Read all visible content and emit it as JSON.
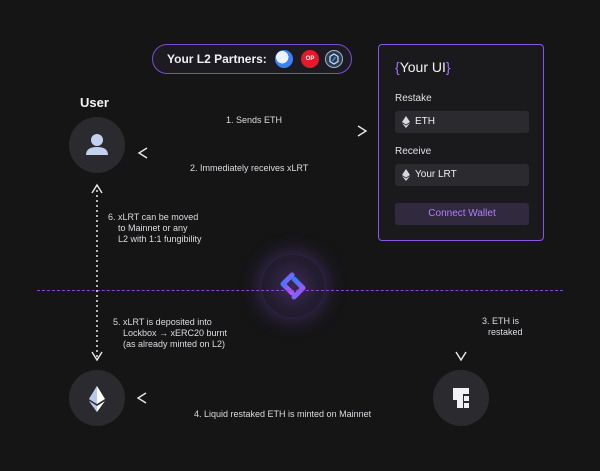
{
  "partners": {
    "label": "Your L2 Partners:",
    "logos": [
      "blue-ring-logo",
      "op-logo",
      "arbitrum-logo"
    ],
    "op_text": "OP"
  },
  "ui_card": {
    "title_open": "{",
    "title": "Your UI",
    "title_close": "}",
    "restake_label": "Restake",
    "restake_value": "ETH",
    "receive_label": "Receive",
    "receive_value": "Your LRT",
    "connect_button": "Connect Wallet"
  },
  "user": {
    "label": "User"
  },
  "steps": {
    "s1": "1. Sends ETH",
    "s2": "2. Immediately receives xLRT",
    "s3_line1": "3. ETH is",
    "s3_line2": "restaked",
    "s4": "4. Liquid restaked ETH is minted on Mainnet",
    "s5_line1": "5. xLRT is deposited into",
    "s5_line2": "Lockbox → xERC20 burnt",
    "s5_line3": "(as already minted on L2)",
    "s6_line1": "6. xLRT can be moved",
    "s6_line2": "to Mainnet or any",
    "s6_line3": "L2 with 1:1 fungibility"
  },
  "colors": {
    "background": "#151516",
    "accent_purple": "#8a55e6",
    "button_text": "#b27cff",
    "op_red": "#e5192c"
  }
}
